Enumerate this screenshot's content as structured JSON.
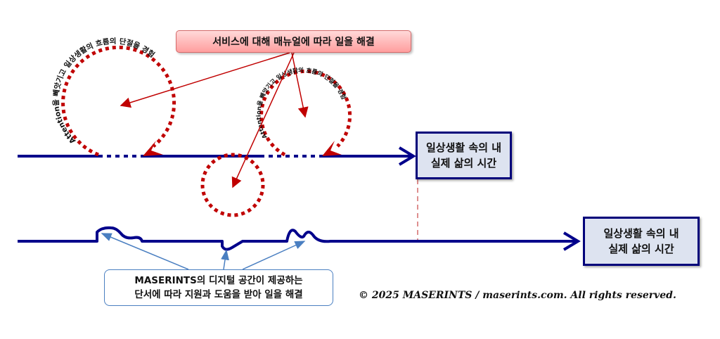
{
  "top_callout": "서비스에 대해 매뉴얼에 따라 일을 해결",
  "circle_text": "Attention을 빼앗기고 일상생활의 흐름의 단절을 경험",
  "time_box_1": {
    "line1": "일상생활 속의 내",
    "line2": "실제 삶의 시간"
  },
  "time_box_2": {
    "line1": "일상생활 속의 내",
    "line2": "실제 삶의 시간"
  },
  "blue_callout": {
    "line1": "MASERINTS의 디지털 공간이 제공하는",
    "line2": "단서에 따라 지원과 도움을 받아 일을 해결"
  },
  "copyright": "© 2025 MASERINTS / maserints.com. All rights reserved.",
  "colors": {
    "line": "#00008b",
    "red": "#c00000",
    "blue_arrow": "#4a7fc1"
  }
}
